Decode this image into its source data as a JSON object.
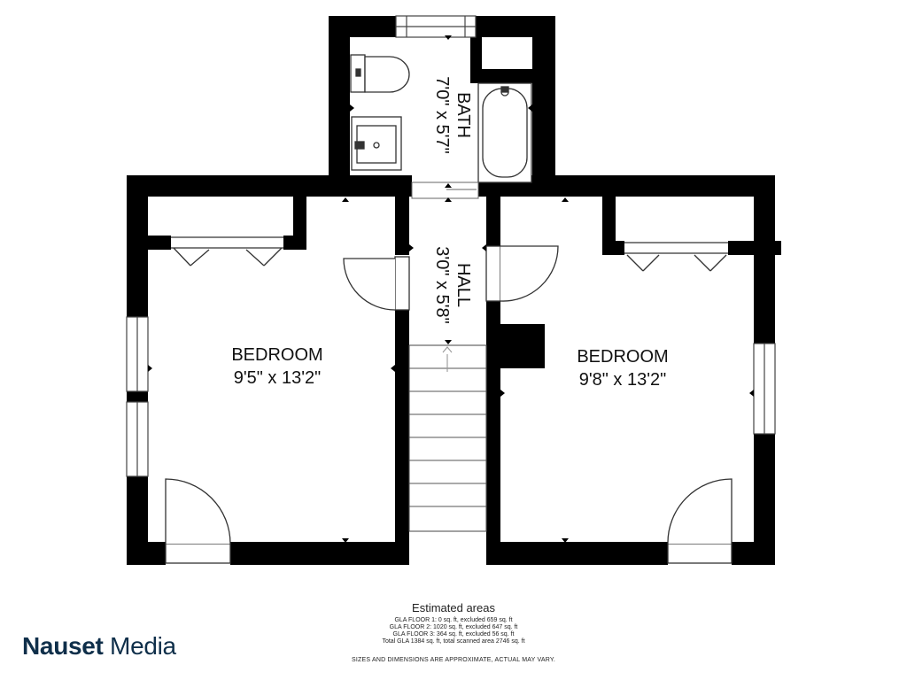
{
  "rooms": {
    "bath": {
      "name": "BATH",
      "size": "7'0\" x 5'7\""
    },
    "hall": {
      "name": "HALL",
      "size": "3'0\" x 5'8\""
    },
    "bedroom_left": {
      "name": "BEDROOM",
      "size": "9'5\" x 13'2\""
    },
    "bedroom_right": {
      "name": "BEDROOM",
      "size": "9'8\" x 13'2\""
    }
  },
  "areas": {
    "title": "Estimated areas",
    "lines": [
      "GLA FLOOR 1: 0 sq. ft, excluded 659 sq. ft",
      "GLA FLOOR 2: 1020 sq. ft, excluded 647 sq. ft",
      "GLA FLOOR 3: 364 sq. ft, excluded 56 sq. ft",
      "Total GLA 1384 sq. ft, total scanned area 2746 sq. ft"
    ]
  },
  "disclaimer": "SIZES AND DIMENSIONS ARE APPROXIMATE, ACTUAL MAY VARY.",
  "brand": {
    "name_bold": "Nauset",
    "name_regular": " Media",
    "color": "#0f2f4a"
  },
  "colors": {
    "wall": "#000000",
    "background": "#ffffff",
    "fixture": "#333333"
  }
}
